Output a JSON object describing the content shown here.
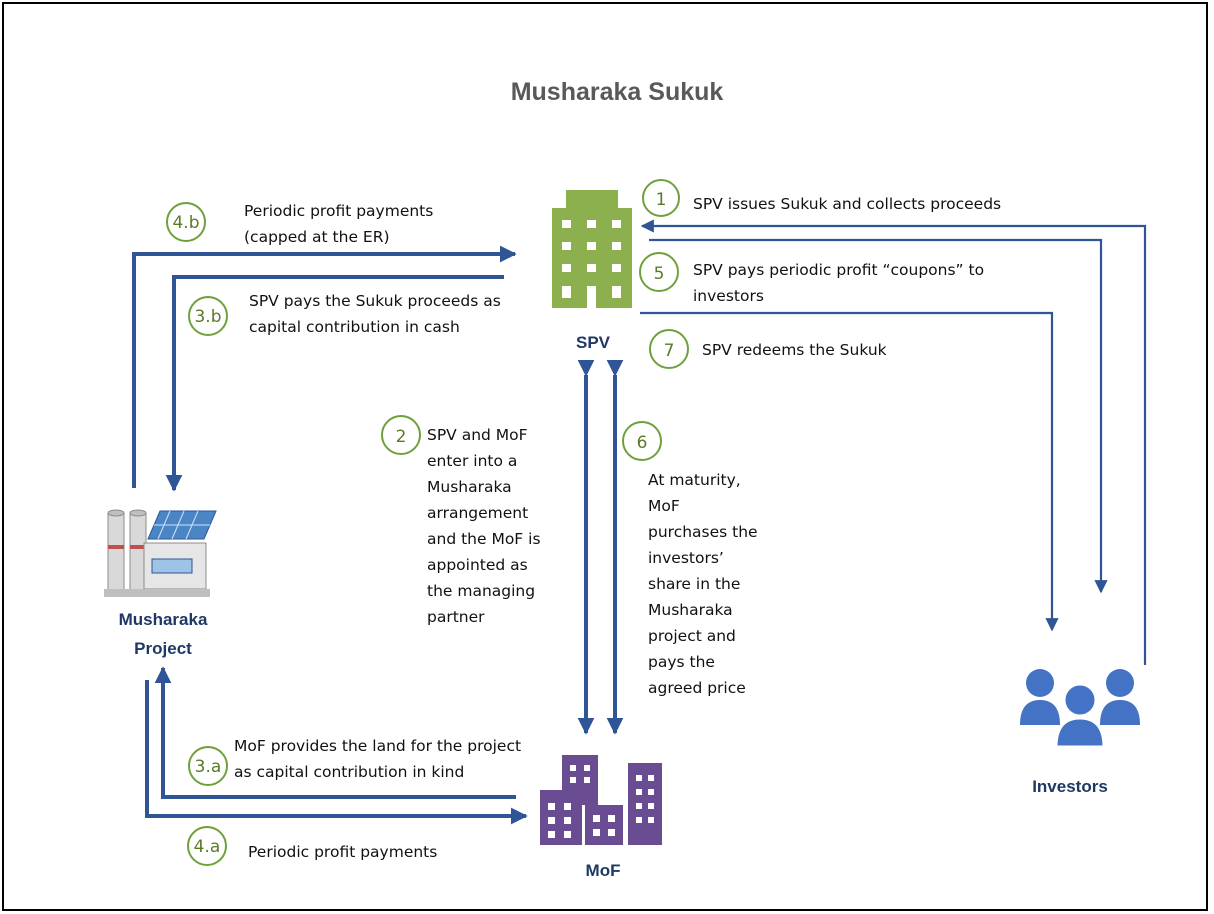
{
  "title": "Musharaka Sukuk",
  "entities": {
    "spv": "SPV",
    "project_line1": "Musharaka",
    "project_line2": "Project",
    "mof": "MoF",
    "investors": "Investors"
  },
  "steps": [
    {
      "badge": "1",
      "lines": [
        "SPV issues Sukuk and collects proceeds"
      ]
    },
    {
      "badge": "2",
      "lines": [
        "SPV and MoF",
        "enter into a",
        "Musharaka",
        "arrangement",
        "and the MoF is",
        "appointed as",
        "the managing",
        "partner"
      ]
    },
    {
      "badge": "3.a",
      "lines": [
        "MoF provides the land for the project",
        "as capital contribution in kind"
      ]
    },
    {
      "badge": "3.b",
      "lines": [
        "SPV pays the Sukuk proceeds as",
        "capital contribution in cash"
      ]
    },
    {
      "badge": "4.a",
      "lines": [
        "Periodic profit payments"
      ]
    },
    {
      "badge": "4.b",
      "lines": [
        "Periodic profit payments",
        "(capped at the ER)"
      ]
    },
    {
      "badge": "5",
      "lines": [
        "SPV pays periodic  profit “coupons” to",
        "investors"
      ]
    },
    {
      "badge": "6",
      "lines": [
        "At maturity,",
        "MoF",
        "purchases the",
        "investors’",
        "share in the",
        "Musharaka",
        "project and",
        "pays the",
        "agreed price"
      ]
    },
    {
      "badge": "7",
      "lines": [
        "SPV redeems the Sukuk"
      ]
    }
  ],
  "colors": {
    "arrow": "#2f5597",
    "spv_building": "#8db04e",
    "mof_building": "#6a4c93",
    "investors": "#4472c4",
    "badge_ring": "#70a03c",
    "entity_label": "#1f3864"
  },
  "icons": {
    "spv": "green-building-icon",
    "mof": "purple-buildings-icon",
    "project": "factory-solar-icon",
    "investors": "people-group-icon"
  }
}
